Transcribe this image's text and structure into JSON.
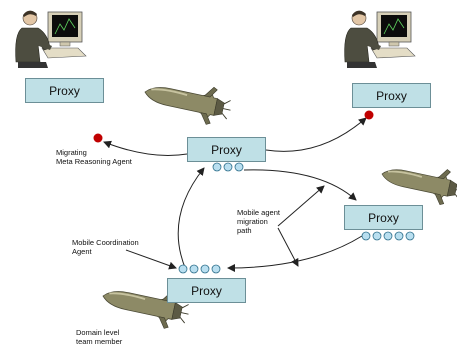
{
  "proxy_label": "Proxy",
  "labels": {
    "migrating": "Migrating\nMeta Reasoning Agent",
    "mobile_path": "Mobile agent\nmigration\npath",
    "coordination": "Mobile Coordination\nAgent",
    "domain": "Domain level\nteam member"
  },
  "colors": {
    "proxy_fill": "#bfe0e6",
    "agent_dot": "#c00000",
    "queue_circle": "#b9dff0",
    "missile_body": "#8d8a66"
  },
  "icons": [
    "operator-at-computer-icon",
    "missile-icon",
    "agent-dot-icon",
    "queue-circle-icon"
  ]
}
